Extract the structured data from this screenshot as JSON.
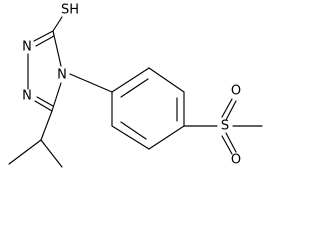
{
  "molecule": {
    "atoms": {
      "sh": "SH",
      "n1": "N",
      "n2": "N",
      "n4": "N",
      "s": "S",
      "o_top": "O",
      "o_bottom": "O"
    }
  }
}
